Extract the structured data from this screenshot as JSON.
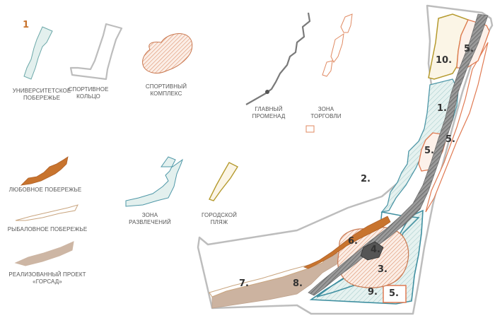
{
  "header": {
    "number": "1"
  },
  "legend": {
    "university_coast": "УНИВЕРСИТЕТСКОЕ\nПОБЕРЕЖЬЕ",
    "sports_ring": "СПОРТИВНОЕ\nКОЛЬЦО",
    "sports_complex": "СПОРТИВНЫЙ\nКОМПЛЕКС",
    "main_promenade": "ГЛАВНЫЙ\nПРОМЕНАД",
    "trade_zone": "ЗОНА\nТОРГОВЛИ",
    "love_coast": "ЛЮБОВНОЕ ПОБЕРЕЖЬЕ",
    "entertainment_zone": "ЗОНА\nРАЗВЛЕЧЕНИЙ",
    "city_beach": "ГОРОДСКОЙ\nПЛЯЖ",
    "fishing_coast": "РЫБАЛОВНОЕ ПОБЕРЕЖЬЕ",
    "gorsad_project": "РЕАЛИЗОВАННЫЙ ПРОЕКТ\n«ГОРСАД»"
  },
  "map_labels": {
    "z1": "1.",
    "z2": "2.",
    "z3": "3.",
    "z4": "4.",
    "z5a": "5.",
    "z5b": "5.",
    "z5c": "5.",
    "z5d": "5.",
    "z6": "6.",
    "z7": "7.",
    "z8": "8.",
    "z9": "9.",
    "z10": "10."
  },
  "colors": {
    "teal": "#3f8fa0",
    "teal_fill": "#e3f0ee",
    "orange": "#e07a52",
    "orange_fill": "#fbeee6",
    "gray": "#b8b8b8",
    "promenade": "#777777",
    "brown": "#c98535",
    "gold": "#b59a2e",
    "gold_fill": "#fbf5e6",
    "taupe": "#c9b5a3",
    "tan": "#c9a57f"
  }
}
